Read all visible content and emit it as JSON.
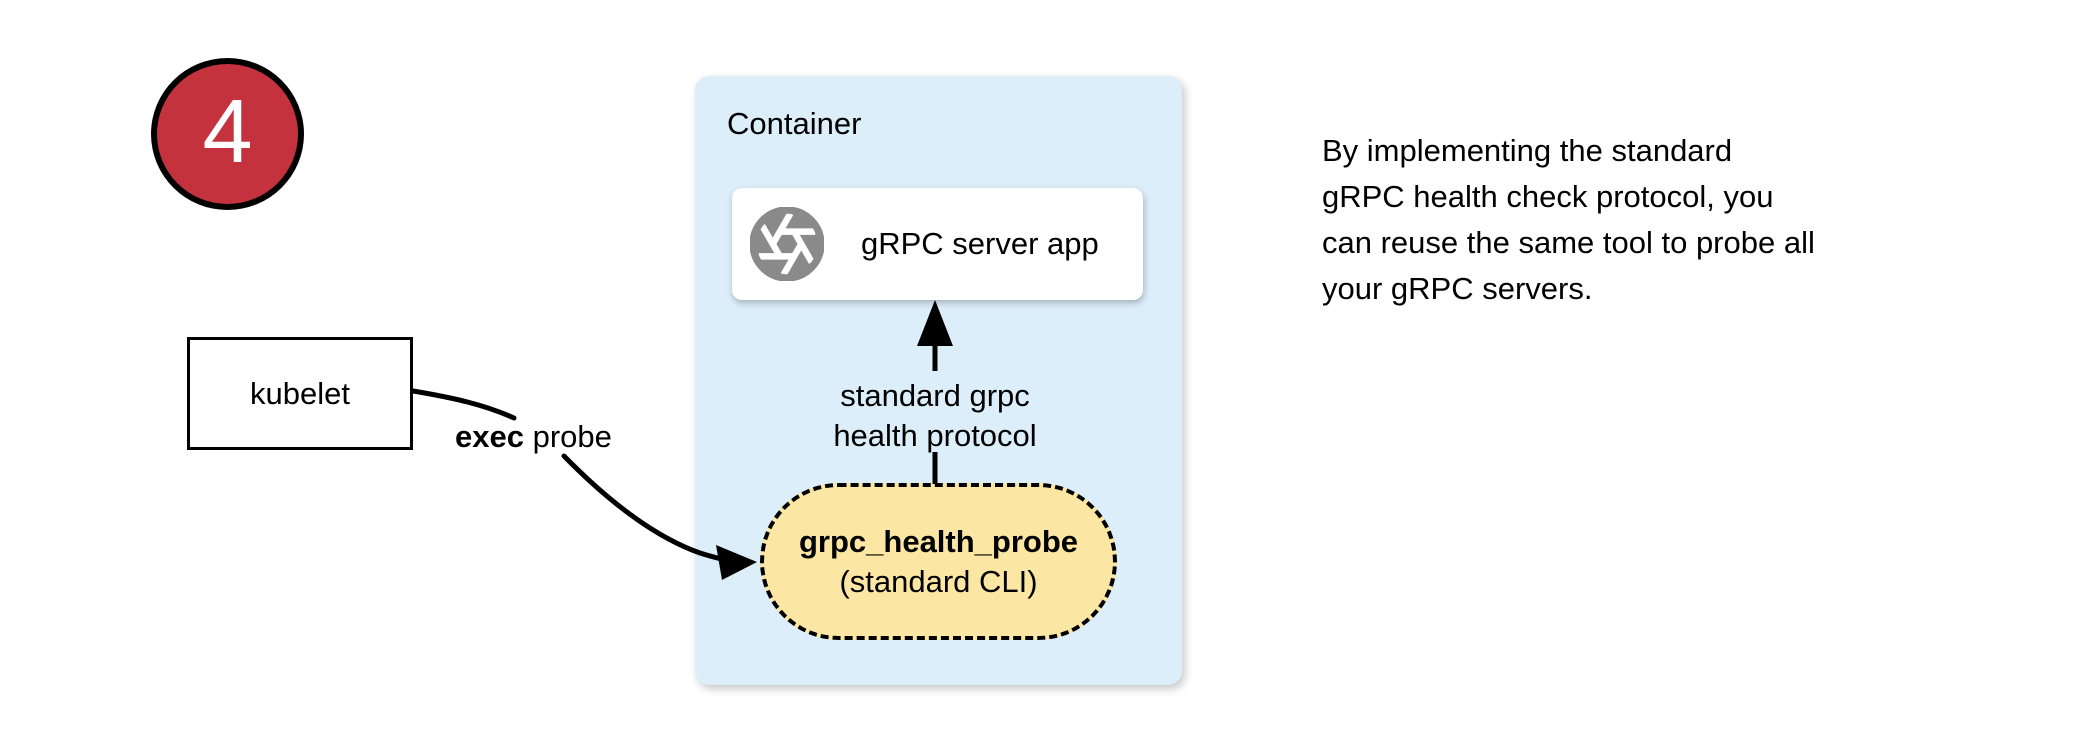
{
  "step_badge": {
    "number": "4",
    "fill_color": "#C4323E",
    "border_color": "#000000",
    "text_color": "#FFFFFF"
  },
  "kubelet_box": {
    "label": "kubelet"
  },
  "exec_probe_edge": {
    "label_bold": "exec",
    "label_rest": " probe"
  },
  "container": {
    "title": "Container",
    "fill_color": "#DCEEFA",
    "server_box": {
      "label": "gRPC server app",
      "icon": "aperture-icon",
      "icon_color": "#8A8A8A"
    },
    "health_protocol_edge": {
      "label_line1": "standard grpc",
      "label_line2": "health protocol"
    },
    "probe_box": {
      "title": "grpc_health_probe",
      "subtitle": "(standard CLI)",
      "fill_color": "#FBE7A3"
    }
  },
  "annotation": {
    "text": "By implementing the standard\ngRPC health check protocol, you\ncan reuse the same tool to probe all\nyour gRPC servers."
  }
}
